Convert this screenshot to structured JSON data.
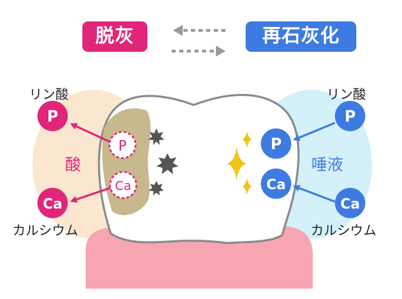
{
  "header": {
    "demineralization": "脱灰",
    "remineralization": "再石灰化"
  },
  "left": {
    "phosphorus_title": "リン酸",
    "phosphorus_symbol": "P",
    "calcium_title": "カルシウム",
    "calcium_symbol": "Ca",
    "agent_label": "酸",
    "tooth_phosphorus": "P",
    "tooth_calcium": "Ca"
  },
  "right": {
    "phosphorus_title": "リン酸",
    "phosphorus_symbol": "P",
    "calcium_title": "カルシウム",
    "calcium_symbol": "Ca",
    "agent_label": "唾液",
    "tooth_phosphorus": "P",
    "tooth_calcium": "Ca"
  },
  "colors": {
    "demin": "#e0257a",
    "remin": "#3e7be0",
    "acid_zone": "#fbe6cf",
    "saliva_zone": "#d4f1fa",
    "plaque": "#c7b98d",
    "gum": "#f7a5b2",
    "tooth_outline": "#8a8a8a",
    "arrow_gray": "#9a9a9a",
    "sparkle": "#f2c418",
    "star_dark": "#555555"
  }
}
